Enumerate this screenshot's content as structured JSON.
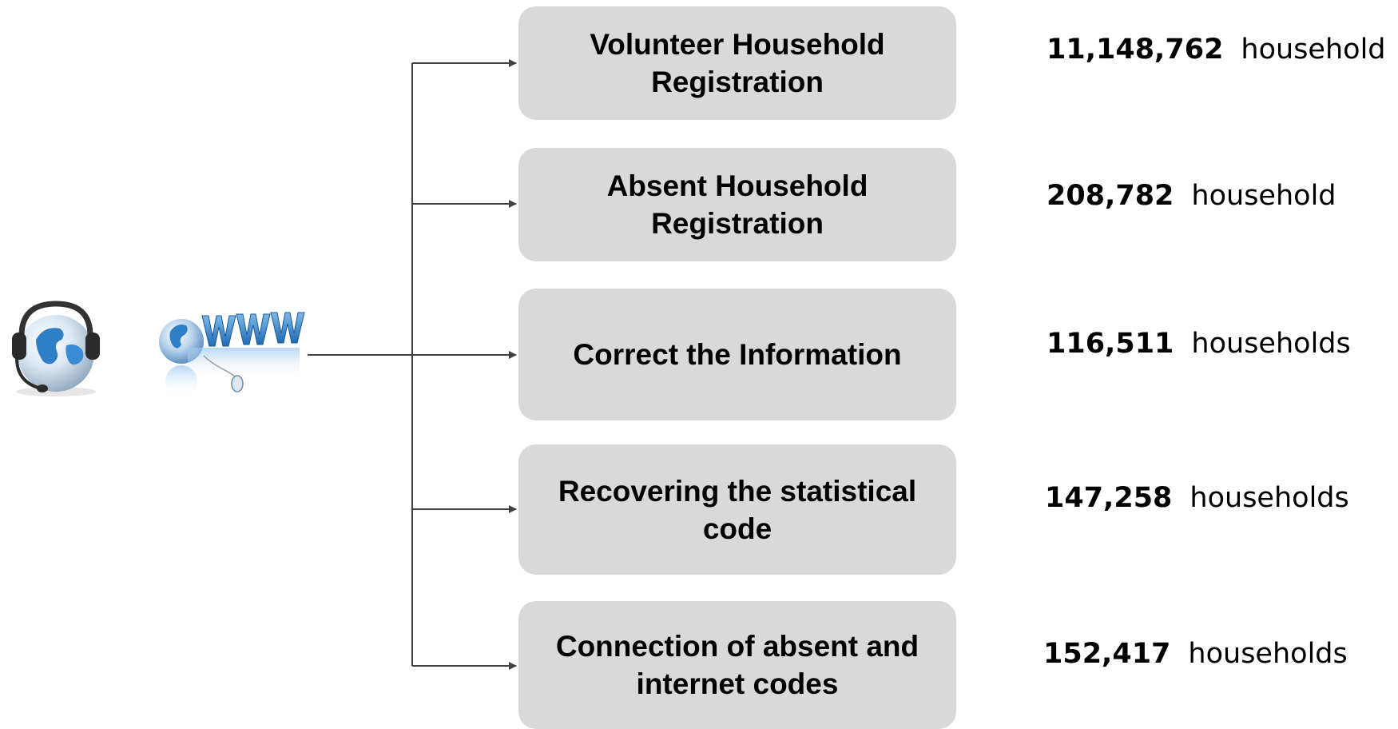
{
  "services": [
    {
      "label": "Volunteer Household Registration",
      "count": "11,148,762",
      "unit": "household"
    },
    {
      "label": "Absent Household Registration",
      "count": "208,782",
      "unit": "household"
    },
    {
      "label": "Correct the Information",
      "count": "116,511",
      "unit": "households"
    },
    {
      "label": "Recovering the statistical code",
      "count": "147,258",
      "unit": "households"
    },
    {
      "label": "Connection of absent and internet codes",
      "count": "152,417",
      "unit": "households"
    }
  ],
  "icons": {
    "call_center": "headset-globe-icon",
    "website": "www-globe-icon"
  },
  "colors": {
    "box_fill": "#d9d9d9",
    "connector": "#404040",
    "globe_blue": "#2f7fc6"
  }
}
